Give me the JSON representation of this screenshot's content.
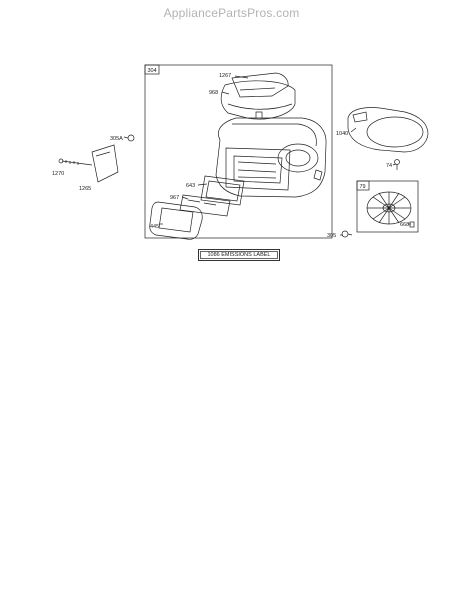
{
  "header": {
    "site": "AppliancePartsPros.com"
  },
  "diagram": {
    "main_box_label": "304",
    "inset_box_label": "79",
    "callouts": {
      "c1267": "1267",
      "c968": "968",
      "c305a": "305A",
      "c1270": "1270",
      "c1265": "1265",
      "c643": "643",
      "c967": "967",
      "c445": "445",
      "c305": "305",
      "c1040": "1040",
      "c74": "74",
      "c668": "668"
    },
    "caption": "1086 EMISSIONS LABEL"
  },
  "colors": {
    "line": "#222222",
    "header_text": "#b3b3b3"
  }
}
